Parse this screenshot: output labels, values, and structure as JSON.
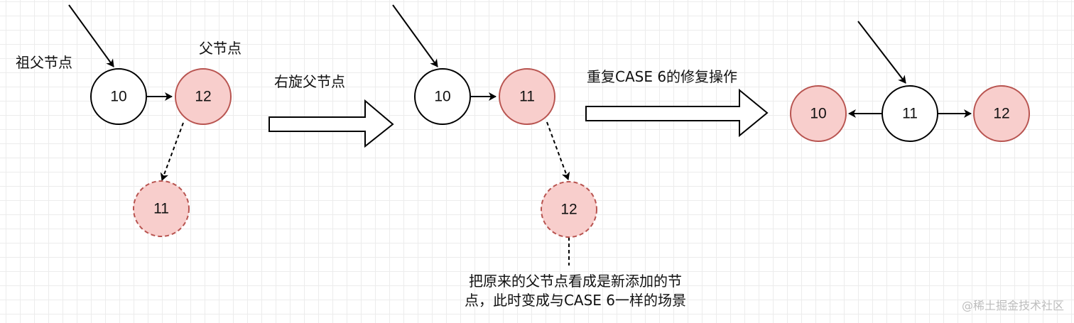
{
  "labels": {
    "grandparent": "祖父节点",
    "parent": "父节点",
    "step1": "右旋父节点",
    "step2": "重复CASE 6的修复操作"
  },
  "note": {
    "line1": "把原来的父节点看成是新添加的节",
    "line2": "点，此时变成与CASE 6一样的场景"
  },
  "watermark": "@稀土掘金技术社区",
  "stage1": {
    "grandparent": "10",
    "parent": "12",
    "new_node": "11"
  },
  "stage2": {
    "grandparent": "10",
    "parent": "11",
    "new_node": "12"
  },
  "stage3": {
    "left": "10",
    "root": "11",
    "right": "12"
  },
  "colors": {
    "red_fill": "#f8cecc",
    "red_stroke": "#b85450",
    "black": "#000000",
    "white": "#ffffff"
  }
}
